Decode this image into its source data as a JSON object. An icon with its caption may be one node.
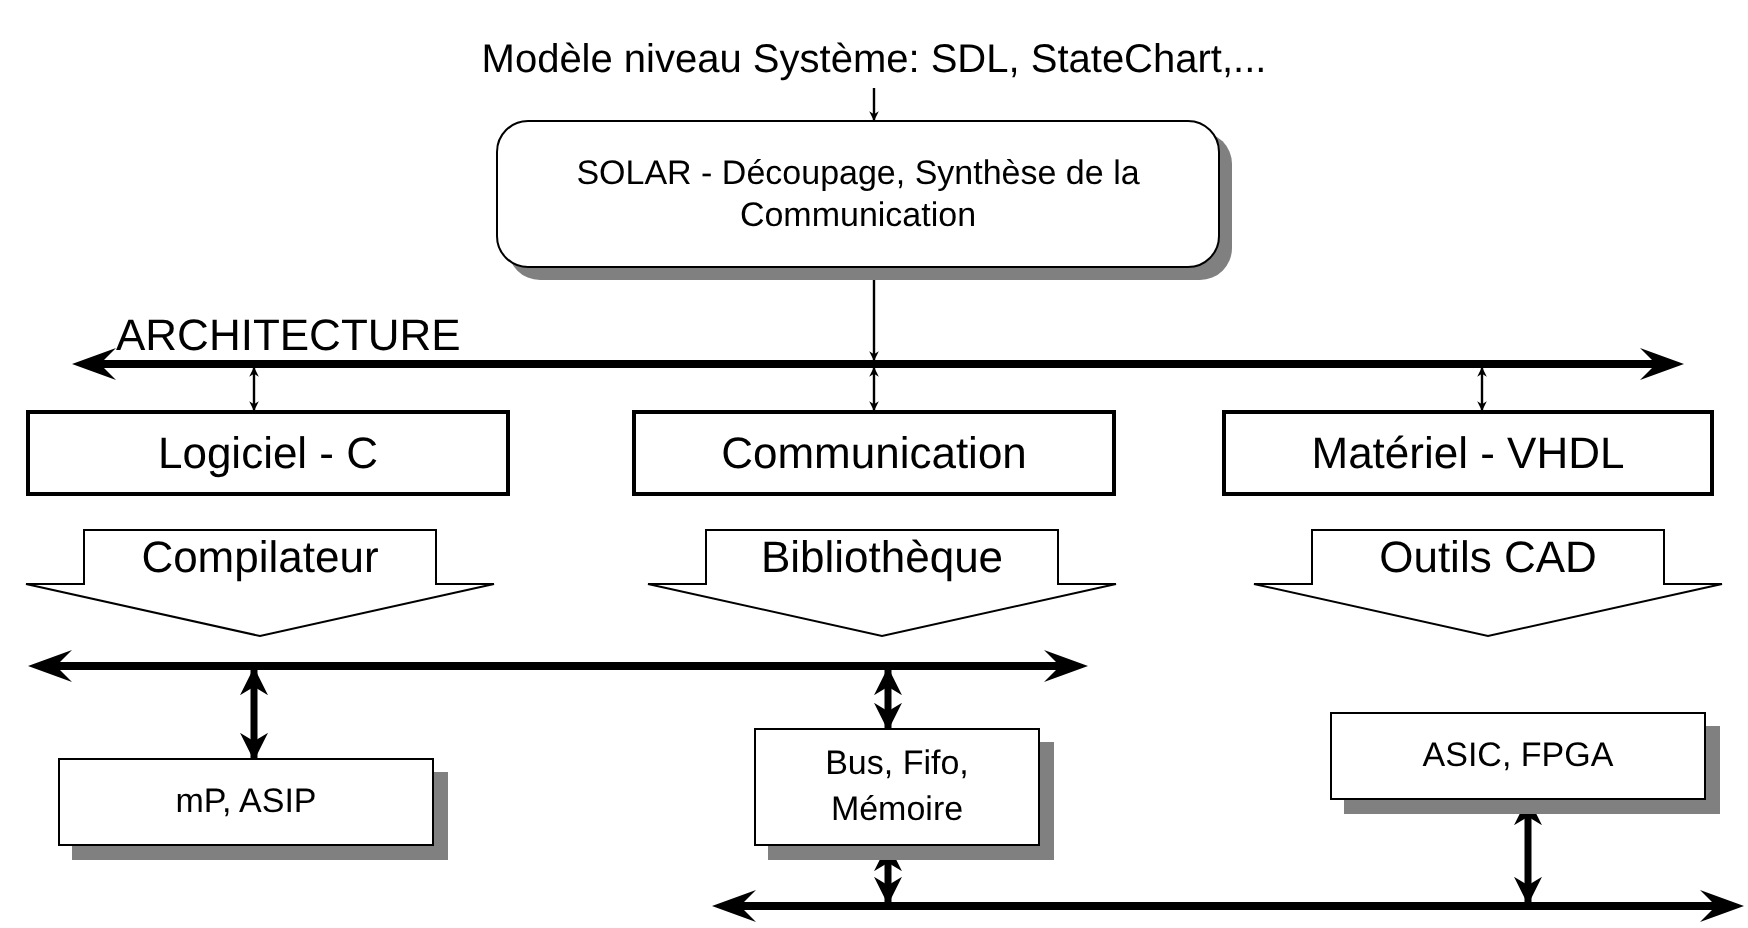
{
  "diagram": {
    "nodes": [
      {
        "text": [
          "Modèle niveau Système: SDL, StateChart,..."
        ]
      },
      {
        "text": [
          "SOLAR - Découpage, Synthèse de la Communication"
        ]
      },
      {
        "text": [
          "ARCHITECTURE"
        ]
      },
      {
        "text": [
          "Logiciel - C"
        ]
      },
      {
        "text": [
          "Communication"
        ]
      },
      {
        "text": [
          "Matériel - VHDL"
        ]
      },
      {
        "text": [],
        "shape": "bar"
      },
      {
        "text": [
          "mP, ASIP"
        ]
      },
      {
        "text": [
          "Bus, Fifo, Mémoire"
        ]
      },
      {
        "text": [
          "ASIC, FPGA"
        ]
      },
      {
        "text": [],
        "shape": "bar"
      }
    ],
    "edges": [
      {
        "from": 0,
        "to": 1,
        "arrow": "to"
      },
      {
        "from": 1,
        "to": 2,
        "arrow": "to"
      },
      {
        "from": 2,
        "to": 3,
        "arrow": "both"
      },
      {
        "from": 2,
        "to": 4,
        "arrow": "both"
      },
      {
        "from": 2,
        "to": 5,
        "arrow": "both"
      },
      {
        "from": 3,
        "to": 6,
        "arrow": "to",
        "label": "Compilateur",
        "style": "thick"
      },
      {
        "from": 4,
        "to": 6,
        "arrow": "to",
        "label": "Bibliothèque",
        "style": "thick"
      },
      {
        "from": 5,
        "to": 9,
        "arrow": "to",
        "label": "Outils CAD",
        "style": "thick"
      },
      {
        "from": 6,
        "to": 7,
        "arrow": "both",
        "style": "thick"
      },
      {
        "from": 6,
        "to": 8,
        "arrow": "both",
        "style": "thick"
      },
      {
        "from": 8,
        "to": 10,
        "arrow": "both",
        "style": "thick"
      },
      {
        "from": 9,
        "to": 10,
        "arrow": "both",
        "style": "thick"
      }
    ]
  }
}
